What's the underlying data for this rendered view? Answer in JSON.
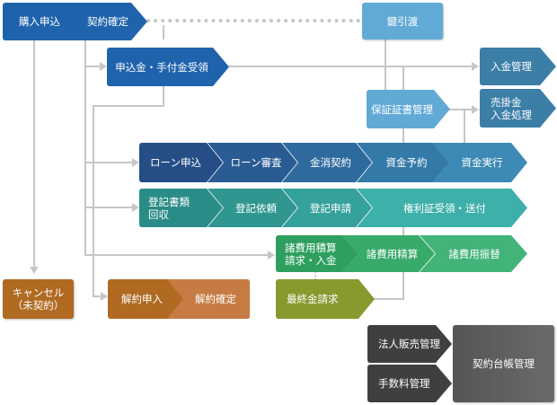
{
  "diagram": {
    "top_row": {
      "purchase_apply": "購入申込",
      "contract_confirm": "契約確定"
    },
    "key_handover": "鍵引渡",
    "deposit_receipt": "申込金・手付金受領",
    "payment_management": "入金管理",
    "guarantee_management": "保証証書管理",
    "receivable_processing": "売掛金\n入金処理",
    "loan_row": [
      "ローン申込",
      "ローン審査",
      "金消契約",
      "資金予約",
      "資金実行"
    ],
    "registration_row": [
      "登記書類\n回収",
      "登記依頼",
      "登記申請",
      "権利証受領・送付"
    ],
    "expense_row": [
      "諸費用積算\n請求・入金",
      "諸費用精算",
      "諸費用振替"
    ],
    "final_billing": "最終金請求",
    "cancel": "キャンセル\n（未契約）",
    "rescission_row": [
      "解約申入",
      "解約確定"
    ],
    "corporate_sales": "法人販売管理",
    "fee_management": "手数料管理",
    "contract_ledger": "契約台帳管理"
  },
  "colors": {
    "blue_dark": "#1f63ad",
    "blue_light": "#5fa8d6",
    "steel_blue": "#3b7ea6",
    "navy": "#254e86",
    "teal": "#2a8c87",
    "teal_light": "#3fb3ae",
    "green": "#2e9f5f",
    "green_light": "#42b47a",
    "olive": "#869a2e",
    "brown": "#b06a22",
    "brown_light": "#c77b44",
    "dark_gray": "#3f3f3f",
    "gray": "#5e5e5e",
    "connector": "#c6c6c6"
  }
}
